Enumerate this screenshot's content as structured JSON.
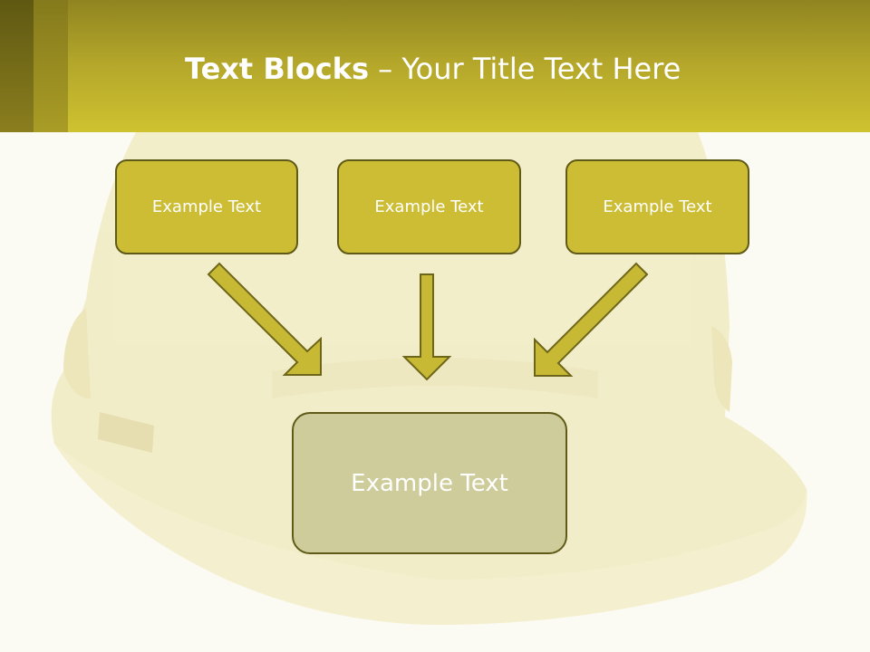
{
  "slide": {
    "title_bold": "Text Blocks",
    "title_dash": " – ",
    "title_rest": "Your Title Text Here"
  },
  "blocks": {
    "top_left": "Example Text",
    "top_center": "Example Text",
    "top_right": "Example Text",
    "bottom": "Example Text"
  },
  "colors": {
    "header": "#b2a52a",
    "box_fill": "#cdbd34",
    "box_border": "#5f5a17",
    "bottom_box_fill": "#cdcc9a",
    "arrow_fill": "#c8b934",
    "background": "#fbfaf3"
  },
  "background_image": "hard-hat-helmet"
}
